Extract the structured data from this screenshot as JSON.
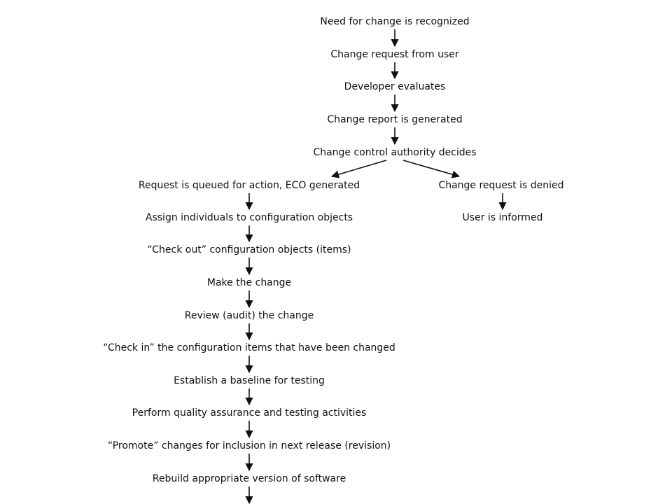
{
  "diagram": {
    "top_chain": [
      "Need for change is recognized",
      "Change request from user",
      "Developer evaluates",
      "Change report is generated",
      "Change control authority decides"
    ],
    "approved_branch": [
      "Request is queued for action, ECO generated",
      "Assign individuals to configuration objects",
      "“Check out” configuration objects (items)",
      "Make the change",
      "Review (audit) the change",
      "“Check in” the configuration items that have been changed",
      "Establish a baseline for testing",
      "Perform quality assurance and testing activities",
      "“Promote” changes for inclusion in next release (revision)",
      "Rebuild appropriate version of software"
    ],
    "denied_branch": [
      "Change request is denied",
      "User is informed"
    ]
  },
  "colors": {
    "text": "#111111",
    "arrow": "#111111",
    "background": "#ffffff"
  }
}
